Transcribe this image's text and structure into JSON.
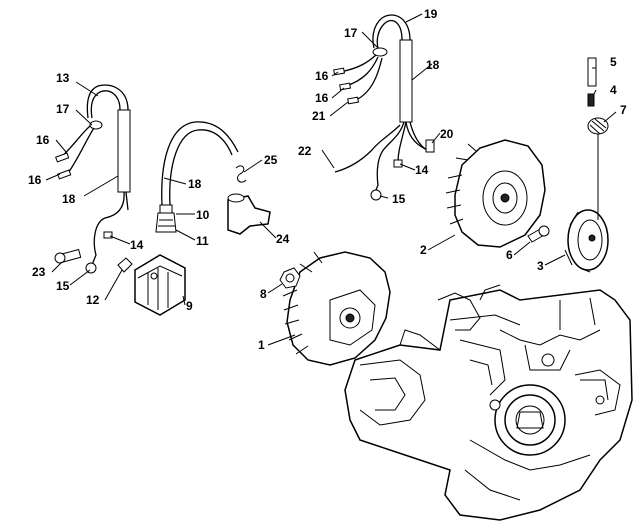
{
  "diagram": {
    "callouts": {
      "c1": "1",
      "c2": "2",
      "c3": "3",
      "c4": "4",
      "c5": "5",
      "c6": "6",
      "c7": "7",
      "c8": "8",
      "c9": "9",
      "c10": "10",
      "c11": "11",
      "c12": "12",
      "c13": "13",
      "c14a": "14",
      "c14b": "14",
      "c15a": "15",
      "c15b": "15",
      "c16a": "16",
      "c16b": "16",
      "c16c": "16",
      "c16d": "16",
      "c17a": "17",
      "c17b": "17",
      "c18a": "18",
      "c18b": "18",
      "c18c": "18",
      "c19": "19",
      "c20": "20",
      "c21": "21",
      "c22": "22",
      "c23": "23",
      "c24": "24",
      "c25": "25"
    },
    "colors": {
      "line": "#000000",
      "background": "#ffffff"
    }
  }
}
